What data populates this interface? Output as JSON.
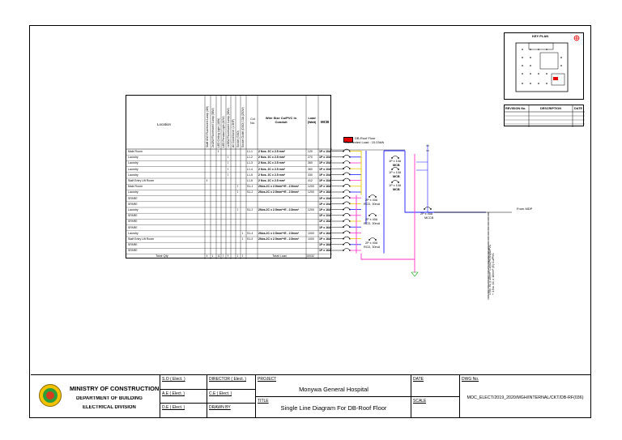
{
  "key_plan": {
    "title": "KEY PLAN"
  },
  "revision_table": {
    "headers": [
      "REVISION No.",
      "DESCRIPTION",
      "DATE"
    ]
  },
  "schedule": {
    "location_header": "Location",
    "fixture_headers": [
      "Staff 40W Fluorescent Lamp (4W)",
      "2x18W Fluorescent Lamp (36W)",
      "LED Ceiling Light (18W)",
      "LED Pendant Light (40W)",
      "1x36W Fluorescent Lamp (36W)",
      "Air Conditioner (1.5HP)",
      "Socket (SSO)",
      "Socket Outlet (DSO) 13A (250W)"
    ],
    "cct_header": "Cct No.",
    "wire_header": "Wire Size Cu/PVC in Conduit",
    "load_header": "Load (Watt)",
    "mcb_header": "MCB",
    "rows": [
      {
        "location": "Male Room",
        "marks": [
          "",
          "",
          "1",
          "",
          "",
          "",
          "",
          ""
        ],
        "cct": "L1-1",
        "wire": "2 Nos. 2C x 2.5 mm²",
        "load": "120",
        "mcb": "1P x 10A"
      },
      {
        "location": "Laundry",
        "marks": [
          "",
          "",
          "",
          "",
          "1",
          "",
          "",
          ""
        ],
        "cct": "L1-2",
        "wire": "2 Nos. 2C x 2.5 mm²",
        "load": "270",
        "mcb": "1P x 10A"
      },
      {
        "location": "Laundry",
        "marks": [
          "",
          "",
          "",
          "",
          "2",
          "",
          "",
          ""
        ],
        "cct": "L1-3",
        "wire": "2 Nos. 2C x 2.5 mm²",
        "load": "360",
        "mcb": "1P x 10A"
      },
      {
        "location": "Laundry",
        "marks": [
          "",
          "",
          "",
          "",
          "3",
          "",
          "",
          ""
        ],
        "cct": "L1-4",
        "wire": "2 Nos. 2C x 2.5 mm²",
        "load": "360",
        "mcb": "1P x 10A"
      },
      {
        "location": "Laundry",
        "marks": [
          "",
          "",
          "",
          "",
          "2",
          "",
          "",
          ""
        ],
        "cct": "L1-5",
        "wire": "2 Nos. 2C x 2.5 mm²",
        "load": "330",
        "mcb": "1P x 10A"
      },
      {
        "location": "Staff Entry Lift Room",
        "marks": [
          "4",
          "",
          "",
          "",
          "",
          "",
          "",
          ""
        ],
        "cct": "L1-6",
        "wire": "2 Nos. 2C x 2.5 mm²",
        "load": "412",
        "mcb": "1P x 10A"
      },
      {
        "location": "Male Room",
        "marks": [
          "",
          "",
          "",
          "",
          "",
          "",
          "2",
          ""
        ],
        "cct": "S1-1",
        "wire": "2Nos.2C x 2.5mm²+E - 2.5mm²",
        "load": "1200",
        "mcb": "1P x 16A"
      },
      {
        "location": "Laundry",
        "marks": [
          "",
          "",
          "",
          "",
          "",
          "",
          "2",
          ""
        ],
        "cct": "S1-2",
        "wire": "2Nos.2C x 2.5mm²+E - 2.5mm²",
        "load": "1200",
        "mcb": "1P x 16A"
      },
      {
        "location": "SPARE",
        "marks": [
          "",
          "",
          "",
          "",
          "",
          "",
          "",
          ""
        ],
        "cct": "",
        "wire": "",
        "load": "",
        "mcb": "1P x 10A"
      },
      {
        "location": "SPARE",
        "marks": [
          "",
          "",
          "",
          "",
          "",
          "",
          "",
          ""
        ],
        "cct": "",
        "wire": "",
        "load": "",
        "mcb": "1P x 10A"
      },
      {
        "location": "Laundry",
        "marks": [
          "",
          "",
          "",
          "",
          "",
          "",
          "2",
          ""
        ],
        "cct": "S1-3",
        "wire": "2Nos.2C x 2.5mm²+E - 2.5mm²",
        "load": "1200",
        "mcb": "1P x 16A"
      },
      {
        "location": "SPARE",
        "marks": [
          "",
          "",
          "",
          "",
          "",
          "",
          "",
          ""
        ],
        "cct": "",
        "wire": "",
        "load": "",
        "mcb": "1P x 10A"
      },
      {
        "location": "SPARE",
        "marks": [
          "",
          "",
          "",
          "",
          "",
          "",
          "",
          ""
        ],
        "cct": "",
        "wire": "",
        "load": "",
        "mcb": "1P x 16A"
      },
      {
        "location": "SPARE",
        "marks": [
          "",
          "",
          "",
          "",
          "",
          "",
          "",
          ""
        ],
        "cct": "",
        "wire": "",
        "load": "",
        "mcb": "1P x 16A"
      },
      {
        "location": "Laundry",
        "marks": [
          "",
          "",
          "",
          "",
          "",
          "",
          "",
          "1"
        ],
        "cct": "S1-4",
        "wire": "2Nos.2C x 2.5mm²+E - 2.5mm²",
        "load": "1000",
        "mcb": "1P x 16A"
      },
      {
        "location": "Staff Entry Lift Room",
        "marks": [
          "",
          "",
          "",
          "",
          "",
          "",
          "",
          "1"
        ],
        "cct": "S1-5",
        "wire": "2Nos.2C x 2.5mm²+E - 2.5mm²",
        "load": "1000",
        "mcb": "1P x 16A"
      },
      {
        "location": "SPARE",
        "marks": [
          "",
          "",
          "",
          "",
          "",
          "",
          "",
          ""
        ],
        "cct": "",
        "wire": "",
        "load": "",
        "mcb": "1P x 16A"
      },
      {
        "location": "SPARE",
        "marks": [
          "",
          "",
          "",
          "",
          "",
          "",
          "",
          ""
        ],
        "cct": "",
        "wire": "",
        "load": "",
        "mcb": "1P x 16A"
      }
    ],
    "total_qty_label": "Total Qty",
    "total_marks": [
      "4",
      "1",
      "10",
      "3",
      "8",
      "",
      "6",
      "2"
    ],
    "total_load_label": "Total Load",
    "total_load_value": "10032"
  },
  "diagram": {
    "legend_line1": "DB-Roof Floor",
    "legend_line2": "Connected Load : 10.03kW",
    "mcb_a1": "1P x 10A",
    "mcb_a2": "MCB",
    "mcb_b1": "1P x 10A",
    "mcb_b2": "MCB",
    "mcb_c1": "1P x 10A",
    "mcb_c2": "MCB",
    "rcd1_a": "2P x 40A",
    "rcd1_b": "RCD, 30mA",
    "rcd2_a": "2P x 40A",
    "rcd2_b": "RCD, 30mA",
    "rcd3_a": "2P x 40A",
    "rcd3_b": "RCD, 30mA",
    "main_a": "2P x 40A",
    "main_b": "MCCB",
    "from_label": "From MDP",
    "vertical_label1": "1 No. 4C x 10mm² Cu/XLPE/SWA/PVC",
    "vertical_label2": "+ 1 No. 1C x 10mm² (E) Cu/PVC"
  },
  "title_block": {
    "ministry": "MINISTRY OF CONSTRUCTION",
    "department": "DEPARTMENT OF BUILDING",
    "division": "ELECTRICAL DIVISION",
    "so_label": "S.O ( Elect. )",
    "director_label": "DIRECTOR ( Elect. )",
    "ae_label": "A.E ( Elect. )",
    "ce_label": "C.E ( Elect. )",
    "de_label": "D.E ( Elect. )",
    "drawn_label": "DRAWN BY",
    "project_label": "PROJECT",
    "project_name": "Monywa General Hospital",
    "title_label": "TITLE",
    "title_name": "Single Line Diagram For DB-Roof Floor",
    "date_label": "DATE",
    "scale_label": "SCALE",
    "dwg_label": "DWG No.",
    "dwg_number": "MOC_ELECT/2019_2020/MGH/INTERNAL/CKT/DB-RF(036)"
  },
  "colors": {
    "pink": "#ff33cc",
    "blue": "#1a1aff",
    "yellow": "#e6c800",
    "red": "#e60000",
    "green": "#00a000"
  }
}
